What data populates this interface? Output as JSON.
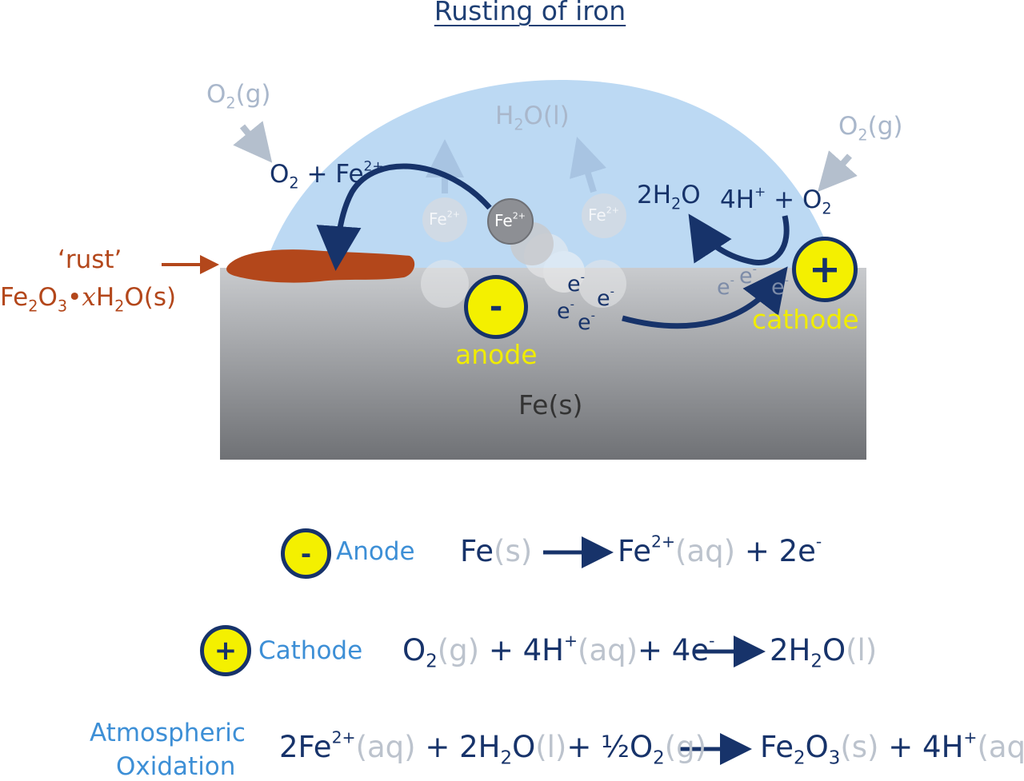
{
  "title": "Rusting of iron",
  "scene": {
    "o2_gas_left": {
      "main": "O",
      "sub": "2",
      "tail": "(g)"
    },
    "o2_gas_right": {
      "main": "O",
      "sub": "2",
      "tail": "(g)"
    },
    "water_label": {
      "main": "H",
      "sub": "2",
      "tail": "O(l)"
    },
    "reaction_left": {
      "o": "O",
      "o_sub": "2",
      "plus": " + Fe",
      "fe_sup": "2+"
    },
    "ion_label_main": "Fe",
    "ion_label_sup": "2+",
    "rust_label": "‘rust’",
    "rust_formula": {
      "fe": "Fe",
      "fe_sub": "2",
      "o": "O",
      "o_sub": "3",
      "dot": "•",
      "x": "x",
      "h": "H",
      "h_sub": "2",
      "tail": "O(s)"
    },
    "product_water": {
      "pre": "2H",
      "sub": "2",
      "tail": "O"
    },
    "cathode_reactants": {
      "pre": "4H",
      "sup": "+",
      "mid": " + O",
      "sub": "2"
    },
    "electron": {
      "main": "e",
      "sup": "-"
    },
    "anode_symbol": "-",
    "anode_label": "anode",
    "cathode_symbol": "+",
    "cathode_label": "cathode",
    "metal_label": "Fe(s)"
  },
  "equations": {
    "anode": {
      "symbol": "-",
      "label": "Anode",
      "fe": "Fe",
      "fe_state": "(s)",
      "product": "Fe",
      "product_sup": "2+",
      "product_state": "(aq)",
      "electrons": " + 2e",
      "electrons_sup": "-"
    },
    "cathode": {
      "symbol": "+",
      "label": "Cathode",
      "o": "O",
      "o_sub": "2",
      "o_state": "(g)",
      "h": " + 4H",
      "h_sup": "+",
      "h_state": "(aq)",
      "e": "+ 4e",
      "e_sup": "-",
      "product": "2H",
      "product_sub": "2",
      "product_o": "O",
      "product_state": "(l)"
    },
    "oxidation": {
      "label_line1": "Atmospheric",
      "label_line2": "Oxidation",
      "fe": "2Fe",
      "fe_sup": "2+",
      "fe_state": "(aq)",
      "water": " + 2H",
      "water_sub": "2",
      "water_o": "O",
      "water_state": "(l)",
      "oxygen": "+ ½O",
      "oxygen_sub": "2",
      "oxygen_state": "(g)",
      "product_fe": "Fe",
      "product_fe_sub": "2",
      "product_o": "O",
      "product_o_sub": "3",
      "product_state": "(s)",
      "hplus": " + 4H",
      "hplus_sup": "+",
      "hplus_state": "(aq)"
    }
  },
  "colors": {
    "navy": "#17336a",
    "rust": "#b3471b",
    "droplet": "#bcd9f3",
    "metal_top": "#c9cbce",
    "metal_bottom": "#6f7175",
    "badge_yellow": "#f4f000",
    "label_blue": "#3d8fd6",
    "state_grey": "#bcc3cd"
  }
}
